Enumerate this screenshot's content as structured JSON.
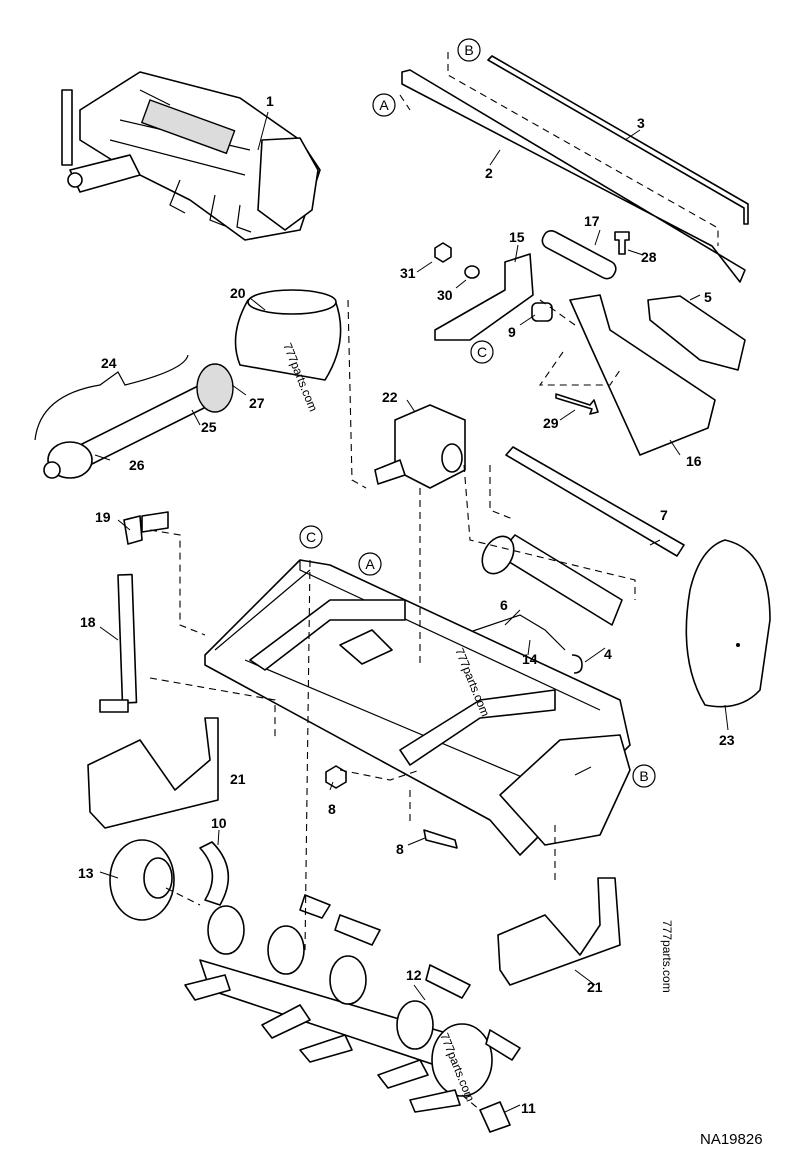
{
  "callouts": {
    "c1": "1",
    "c2": "2",
    "c3": "3",
    "c4": "4",
    "c5": "5",
    "c6": "6",
    "c7": "7",
    "c8a": "8",
    "c8b": "8",
    "c9": "9",
    "c10": "10",
    "c11": "11",
    "c12": "12",
    "c13": "13",
    "c14": "14",
    "c15": "15",
    "c16": "16",
    "c17": "17",
    "c18": "18",
    "c19": "19",
    "c20": "20",
    "c21a": "21",
    "c21b": "21",
    "c22": "22",
    "c23": "23",
    "c24": "24",
    "c25": "25",
    "c26": "26",
    "c27": "27",
    "c28": "28",
    "c29": "29",
    "c30": "30",
    "c31": "31"
  },
  "refs": {
    "a1": "A",
    "a2": "A",
    "b1": "B",
    "b2": "B",
    "c1": "C",
    "c2": "C"
  },
  "watermarks": {
    "w1": "777parts.com",
    "w2": "777parts.com",
    "w3": "777parts.com",
    "w4": "777parts.com"
  },
  "figure_code": "NA19826"
}
